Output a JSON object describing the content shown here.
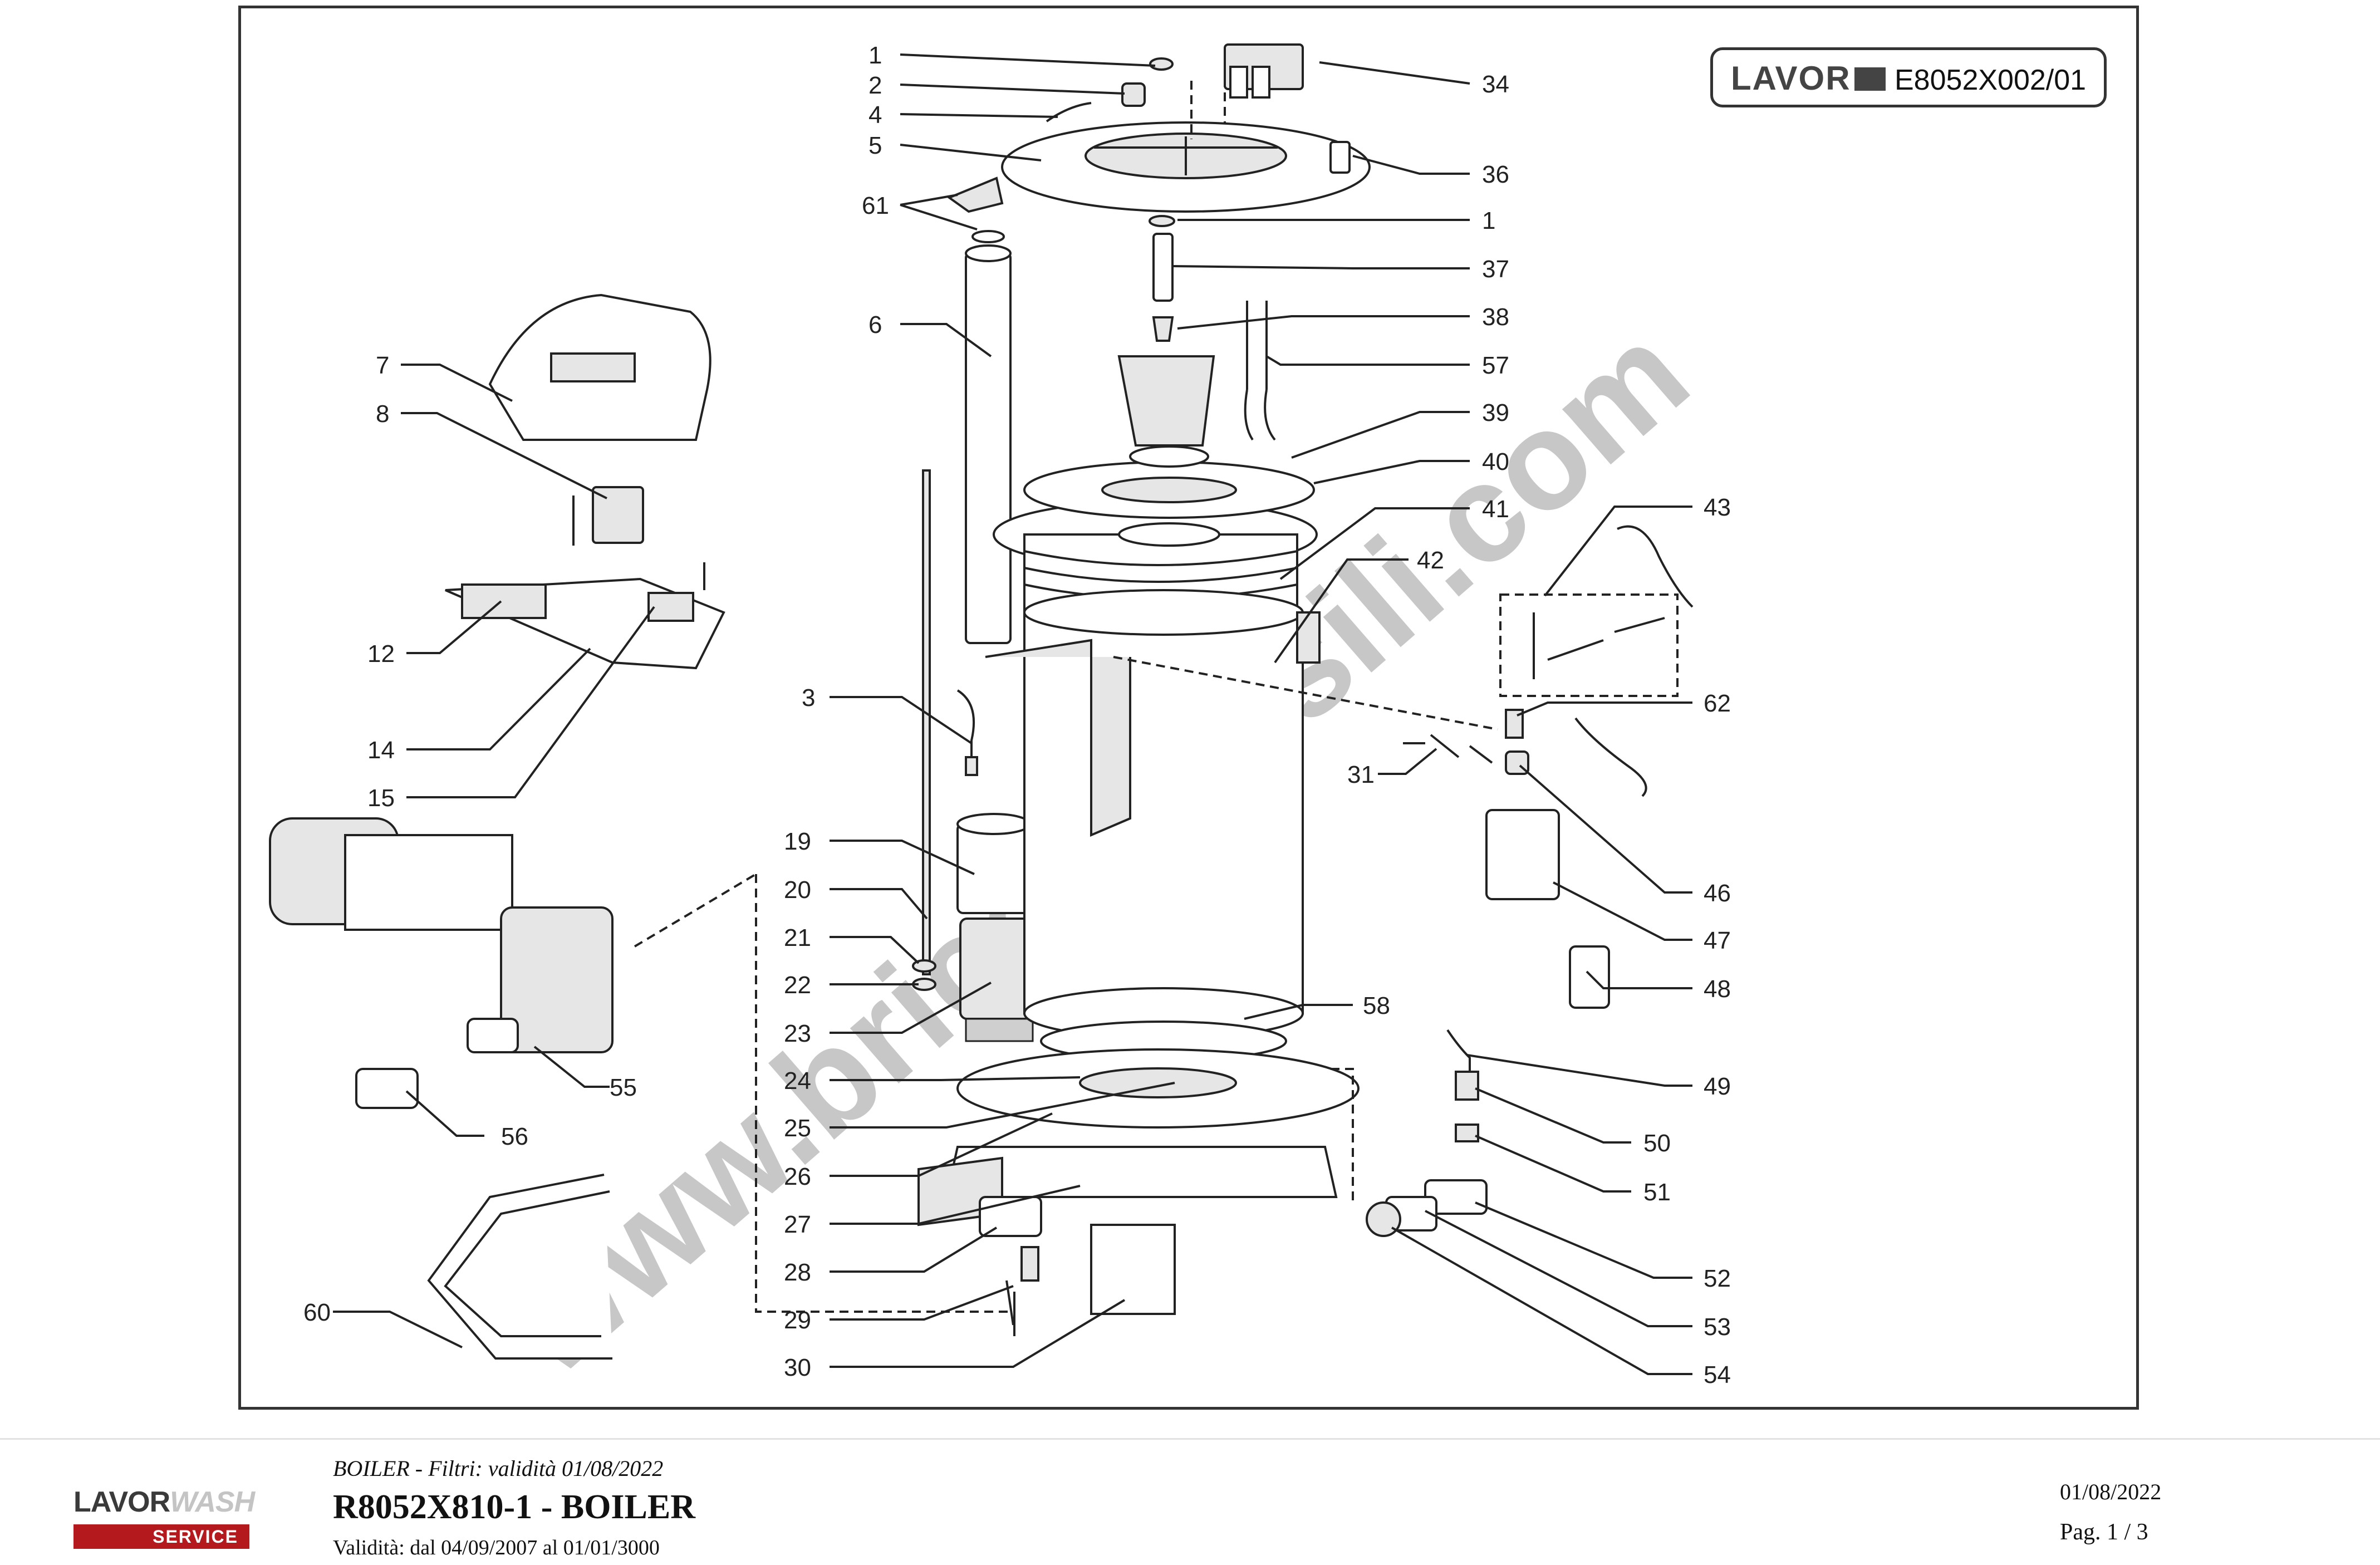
{
  "brand": {
    "logo_text": "LAVOR",
    "code": "E8052X002/01"
  },
  "watermark": "www.bricoutensili.com",
  "parts": [
    {
      "num": "1"
    },
    {
      "num": "2"
    },
    {
      "num": "4"
    },
    {
      "num": "5"
    },
    {
      "num": "61"
    },
    {
      "num": "6"
    },
    {
      "num": "7"
    },
    {
      "num": "8"
    },
    {
      "num": "12"
    },
    {
      "num": "14"
    },
    {
      "num": "15"
    },
    {
      "num": "3"
    },
    {
      "num": "19"
    },
    {
      "num": "20"
    },
    {
      "num": "21"
    },
    {
      "num": "22"
    },
    {
      "num": "23"
    },
    {
      "num": "24"
    },
    {
      "num": "25"
    },
    {
      "num": "26"
    },
    {
      "num": "27"
    },
    {
      "num": "28"
    },
    {
      "num": "29"
    },
    {
      "num": "30"
    },
    {
      "num": "55"
    },
    {
      "num": "56"
    },
    {
      "num": "60"
    },
    {
      "num": "34"
    },
    {
      "num": "36"
    },
    {
      "num": "1"
    },
    {
      "num": "37"
    },
    {
      "num": "38"
    },
    {
      "num": "57"
    },
    {
      "num": "39"
    },
    {
      "num": "40"
    },
    {
      "num": "41"
    },
    {
      "num": "42"
    },
    {
      "num": "43"
    },
    {
      "num": "62"
    },
    {
      "num": "31"
    },
    {
      "num": "46"
    },
    {
      "num": "47"
    },
    {
      "num": "48"
    },
    {
      "num": "58"
    },
    {
      "num": "49"
    },
    {
      "num": "50"
    },
    {
      "num": "51"
    },
    {
      "num": "52"
    },
    {
      "num": "53"
    },
    {
      "num": "54"
    }
  ],
  "footer": {
    "logo_main": "LAVOR",
    "logo_wash": "WASH",
    "logo_service": "SERVICE",
    "subtitle": "BOILER - Filtri: validità 01/08/2022",
    "title": "R8052X810-1 - BOILER",
    "validity": "Validità: dal 04/09/2007 al 01/01/3000",
    "date": "01/08/2022",
    "page": "Pag. 1 / 3"
  }
}
